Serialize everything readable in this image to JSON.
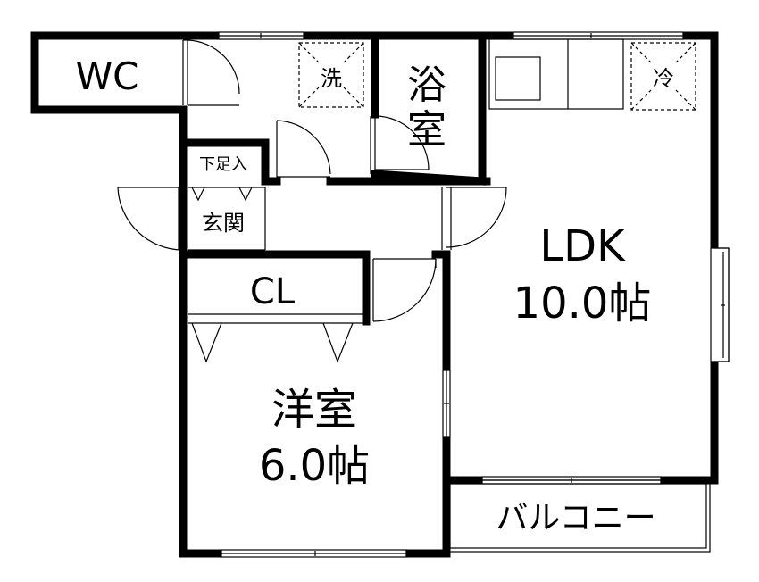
{
  "floorplan": {
    "rooms": {
      "wc": "WC",
      "washroom": "洗",
      "bathroom_line1": "浴",
      "bathroom_line2": "室",
      "refrigerator": "冷",
      "shoe_storage": "下足入",
      "entrance": "玄関",
      "closet": "CL",
      "ldk_name": "LDK",
      "ldk_size": "10.0帖",
      "western_name": "洋室",
      "western_size": "6.0帖",
      "balcony": "バルコニー"
    }
  }
}
